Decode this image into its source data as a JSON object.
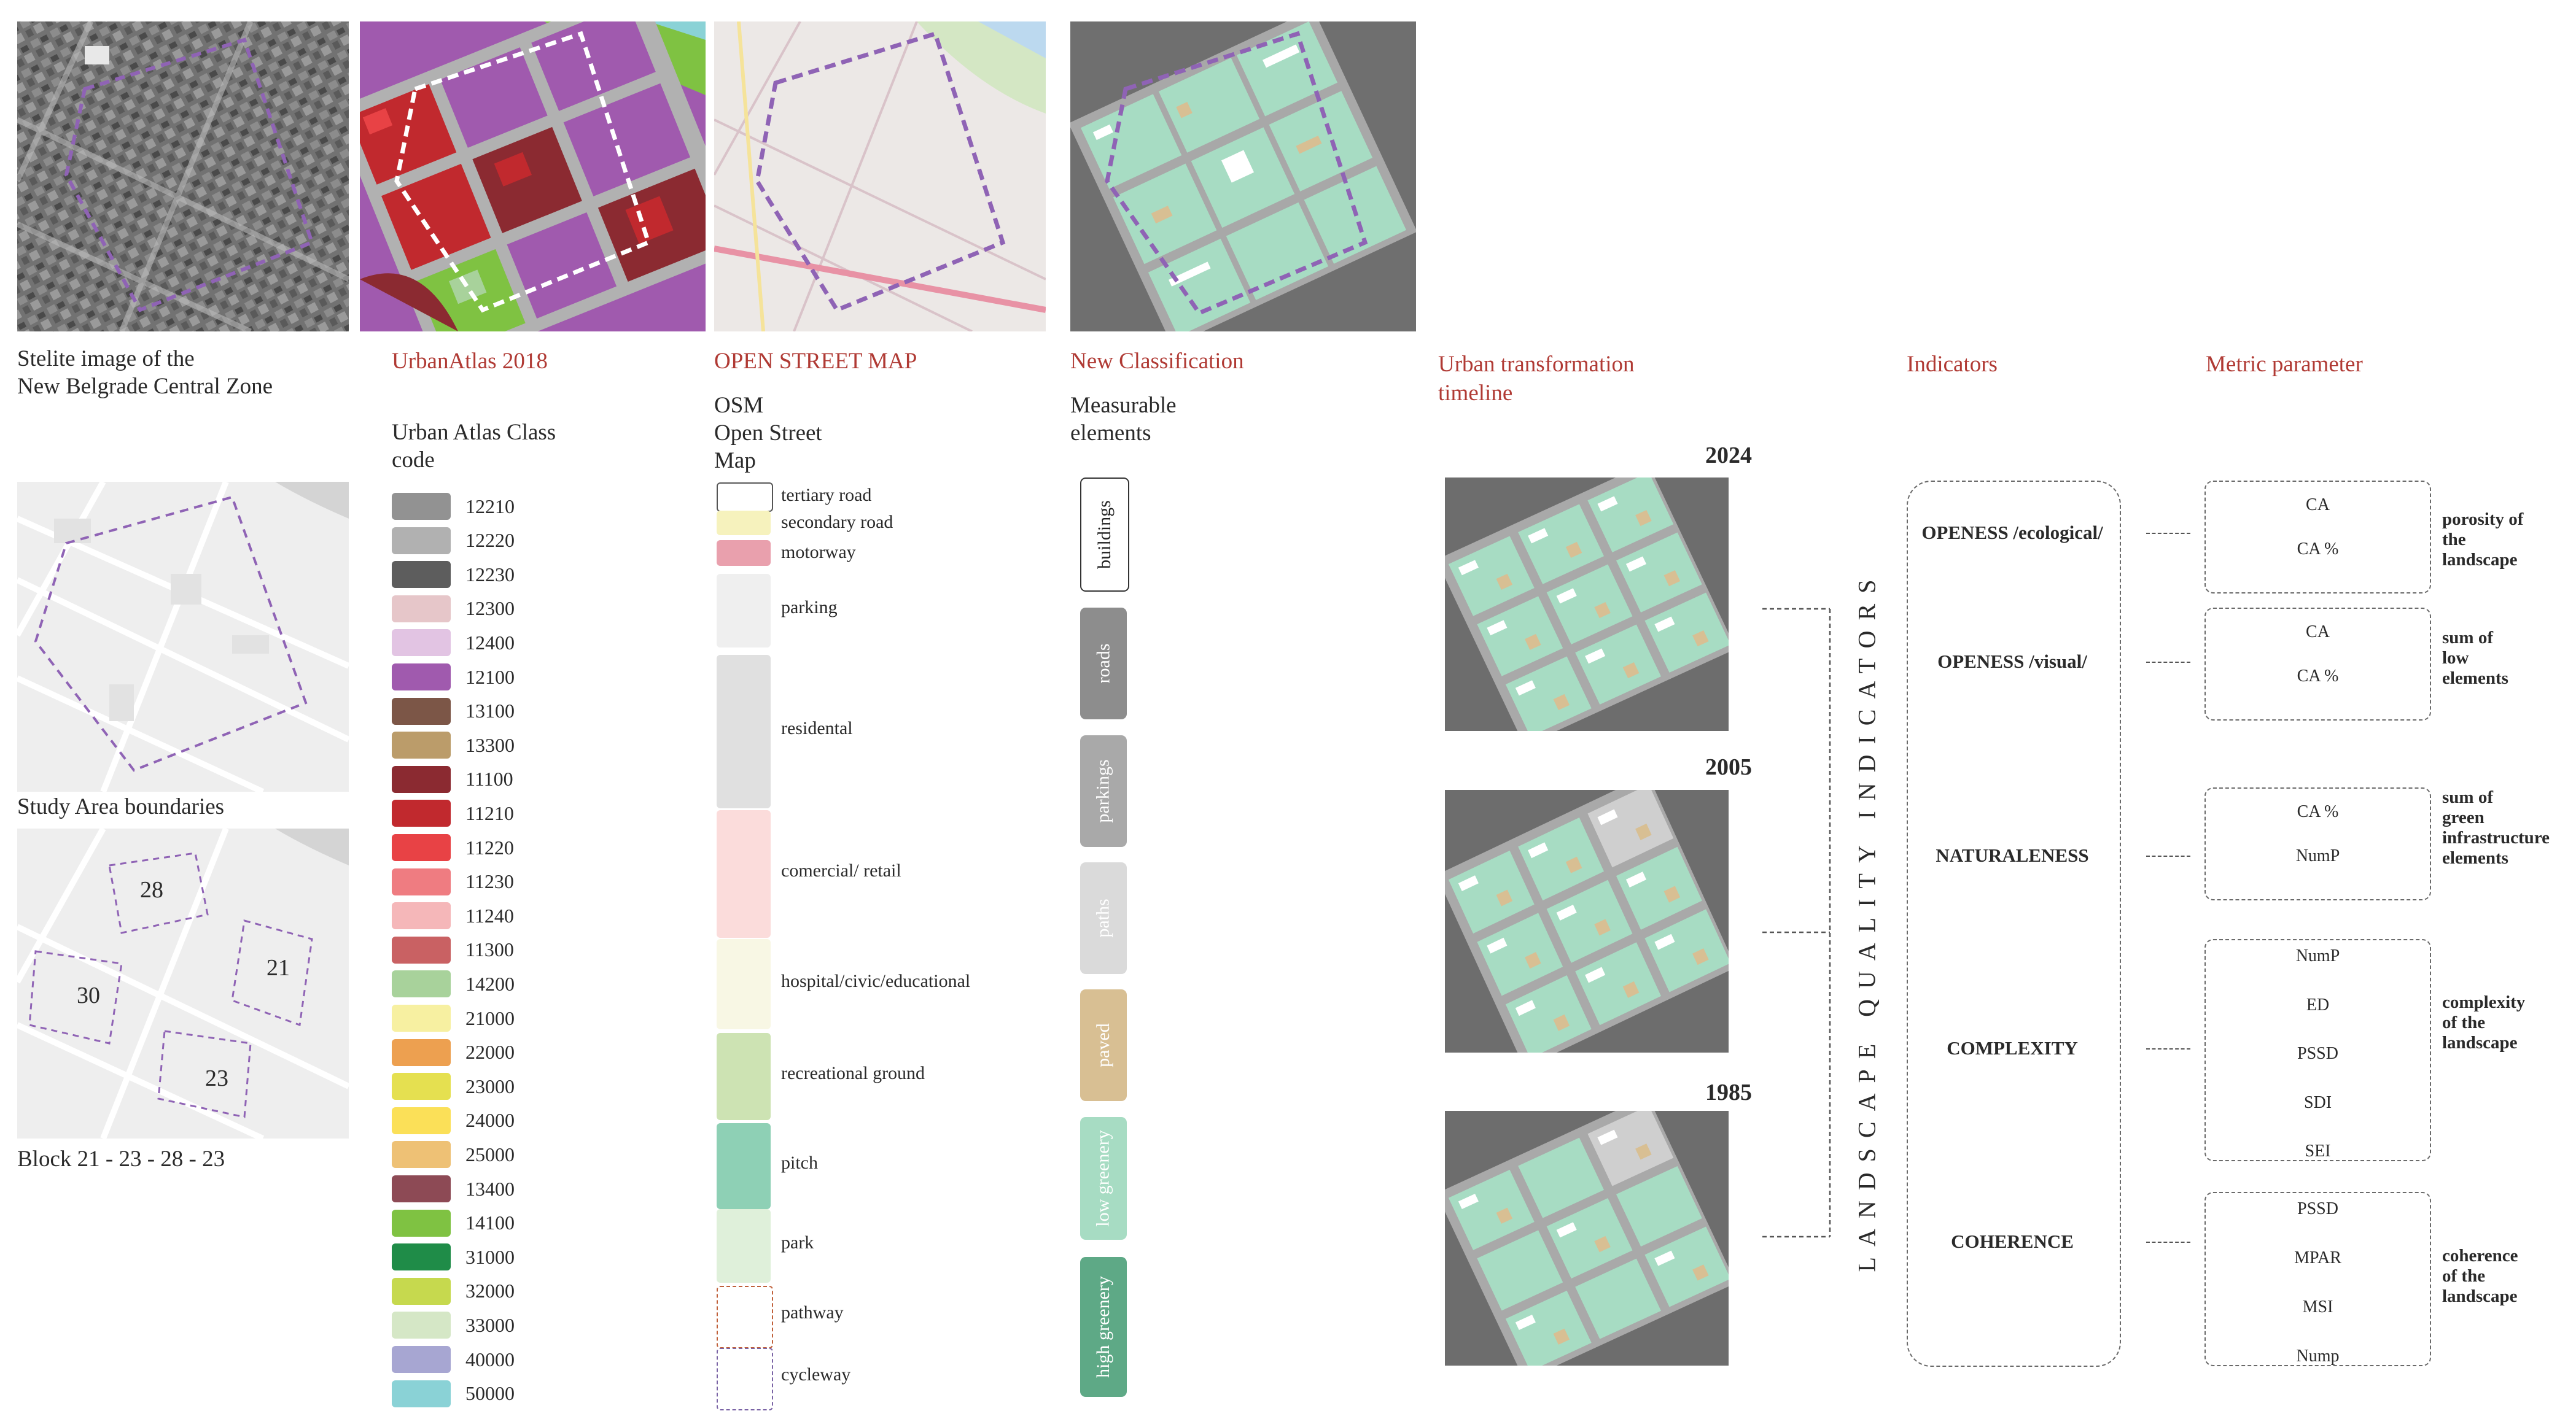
{
  "captions": {
    "satellite": "Stelite image of the\nNew Belgrade Central Zone",
    "study_area": "Study Area boundaries",
    "blocks": "Block 21 - 23 - 28 - 23"
  },
  "block_labels": [
    "28",
    "21",
    "30",
    "23"
  ],
  "headers": {
    "urban_atlas": "UrbanAtlas 2018",
    "osm": "OPEN STREET MAP",
    "new_class": "New Classification",
    "timeline": "Urban transformation\ntimeline",
    "indicators": "Indicators",
    "metric": "Metric parameter"
  },
  "subheaders": {
    "urban_atlas": "Urban Atlas Class\ncode",
    "osm": "OSM\nOpen Street\nMap",
    "new_class": "Measurable\nelements"
  },
  "urban_atlas_legend": [
    {
      "code": "12210",
      "color": "#929292"
    },
    {
      "code": "12220",
      "color": "#b1b1b1"
    },
    {
      "code": "12230",
      "color": "#5d5d5d"
    },
    {
      "code": "12300",
      "color": "#e6c6c9"
    },
    {
      "code": "12400",
      "color": "#e2c4e3"
    },
    {
      "code": "12100",
      "color": "#a05aae"
    },
    {
      "code": "13100",
      "color": "#7c5647"
    },
    {
      "code": "13300",
      "color": "#bb9c6a"
    },
    {
      "code": "11100",
      "color": "#8b2a31"
    },
    {
      "code": "11210",
      "color": "#c1292e"
    },
    {
      "code": "11220",
      "color": "#e84245"
    },
    {
      "code": "11230",
      "color": "#ef7c81"
    },
    {
      "code": "11240",
      "color": "#f5b7b9"
    },
    {
      "code": "11300",
      "color": "#c96163"
    },
    {
      "code": "14200",
      "color": "#a8d29b"
    },
    {
      "code": "21000",
      "color": "#f7f0a1"
    },
    {
      "code": "22000",
      "color": "#eda050"
    },
    {
      "code": "23000",
      "color": "#e5e050"
    },
    {
      "code": "24000",
      "color": "#fbe058"
    },
    {
      "code": "25000",
      "color": "#eec175"
    },
    {
      "code": "13400",
      "color": "#8d4a55"
    },
    {
      "code": "14100",
      "color": "#7fc242"
    },
    {
      "code": "31000",
      "color": "#1f8c48"
    },
    {
      "code": "32000",
      "color": "#c6d94e"
    },
    {
      "code": "33000",
      "color": "#d5e7c6"
    },
    {
      "code": "40000",
      "color": "#a7a6d2"
    },
    {
      "code": "50000",
      "color": "#8ad2d6"
    }
  ],
  "osm_legend": [
    {
      "label": "tertiary road",
      "color": "#ffffff"
    },
    {
      "label": "secondary road",
      "color": "#f6f2bd"
    },
    {
      "label": "motorway",
      "color": "#e9a0ad"
    },
    {
      "label": "parking",
      "color": "#efefef"
    },
    {
      "label": "residental",
      "color": "#e0e0e0"
    },
    {
      "label": "comercial/ retail",
      "color": "#fbdcdb"
    },
    {
      "label": "hospital/civic/educational",
      "color": "#f8f7e4"
    },
    {
      "label": "recreational ground",
      "color": "#cde3b3"
    },
    {
      "label": "pitch",
      "color": "#8ed0b5"
    },
    {
      "label": "park",
      "color": "#dff0da"
    },
    {
      "label": "pathway",
      "color": "#ffffff"
    },
    {
      "label": "cycleway",
      "color": "#ffffff"
    }
  ],
  "measurable_elements": [
    {
      "label": "buildings",
      "color": "#ffffff"
    },
    {
      "label": "roads",
      "color": "#8d8d8d"
    },
    {
      "label": "parkings",
      "color": "#a9a9a9"
    },
    {
      "label": "paths",
      "color": "#dadada"
    },
    {
      "label": "paved",
      "color": "#d8bf93"
    },
    {
      "label": "low greenery",
      "color": "#a7dcc3"
    },
    {
      "label": "high greenery",
      "color": "#5ea986"
    }
  ],
  "timeline_years": [
    "2024",
    "2005",
    "1985"
  ],
  "vertical_label": "LANDSCAPE QUALITY INDICATORS",
  "indicators": [
    {
      "name": "OPENESS /ecological/",
      "params": [
        "CA",
        "CA %"
      ],
      "description": "porosity of\nthe\nlandscape"
    },
    {
      "name": "OPENESS /visual/",
      "params": [
        "CA",
        "CA %"
      ],
      "description": "sum of\nlow\nelements"
    },
    {
      "name": "NATURALENESS",
      "params": [
        "CA %",
        "NumP"
      ],
      "description": "sum of\ngreen\ninfrastructure\nelements"
    },
    {
      "name": "COMPLEXITY",
      "params": [
        "NumP",
        "ED",
        "PSSD",
        "SDI",
        "SEI"
      ],
      "description": "complexity\nof the\nlandscape"
    },
    {
      "name": "COHERENCE",
      "params": [
        "PSSD",
        "MPAR",
        "MSI",
        "Nump"
      ],
      "description": "coherence\nof the\nlandscape"
    }
  ]
}
